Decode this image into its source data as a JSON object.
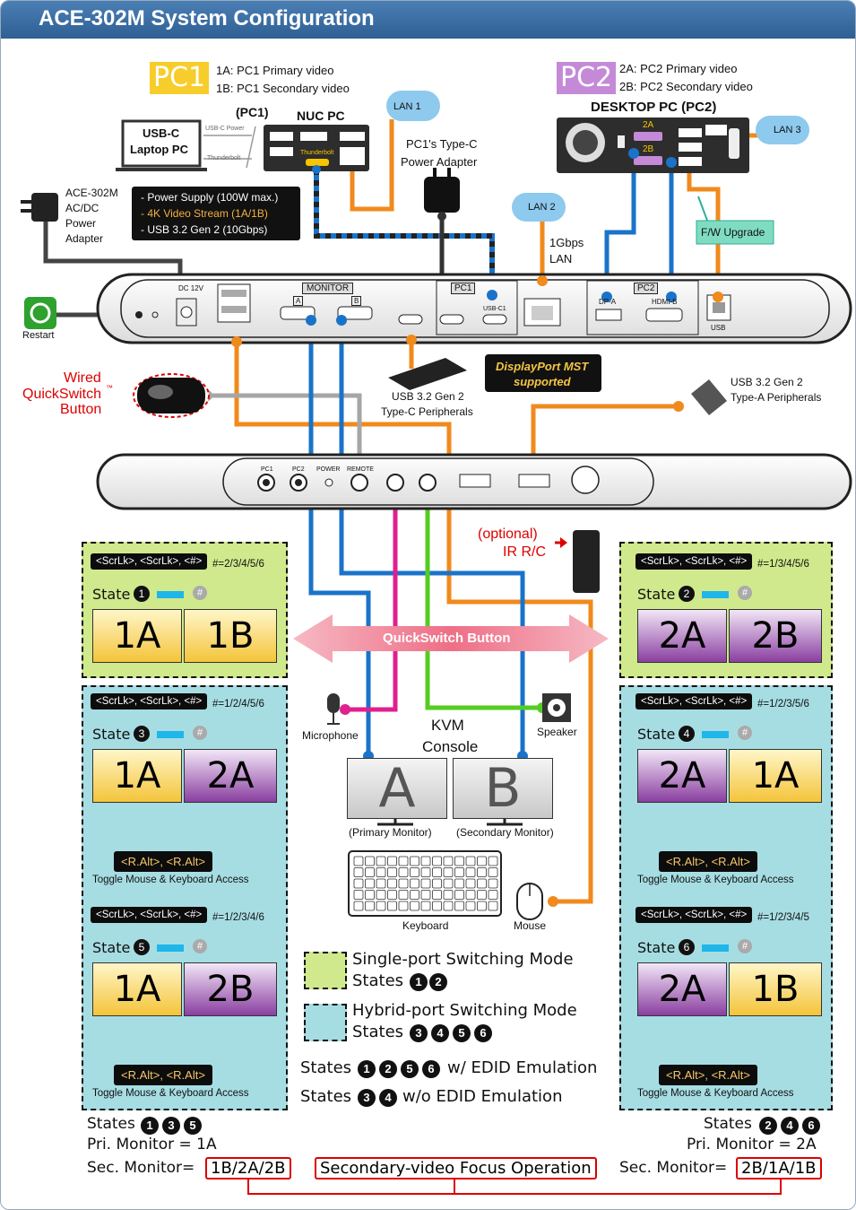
{
  "title": "ACE-302M System Configuration",
  "pc1": {
    "badge": "PC1",
    "line1": "1A: PC1 Primary video",
    "line2": "1B: PC1 Secondary video",
    "paren": "(PC1)",
    "nuc": "NUC PC",
    "laptop_line1": "USB-C",
    "laptop_line2": "Laptop PC",
    "usbc_power": "USB-C Power",
    "thunderbolt": "Thunderbolt",
    "thunderbolt_port": "Thunderbolt",
    "type_c_adapter_1": "PC1's Type-C",
    "type_c_adapter_2": "Power Adapter"
  },
  "pc2": {
    "badge": "PC2",
    "line1": "2A: PC2 Primary video",
    "line2": "2B: PC2 Secondary video",
    "desktop": "DESKTOP PC (PC2)",
    "port_2a": "2A",
    "port_2b": "2B"
  },
  "lan": {
    "lan1": "LAN 1",
    "lan2": "LAN 2",
    "lan3": "LAN 3",
    "gbps1": "1Gbps",
    "gbps2": "LAN"
  },
  "adapter": {
    "l1": "ACE-302M",
    "l2": "AC/DC",
    "l3": "Power",
    "l4": "Adapter"
  },
  "spec": {
    "s1": "- Power Supply (100W max.)",
    "s2": "- 4K Video Stream (1A/1B)",
    "s3": "- USB 3.2 Gen 2 (10Gbps)"
  },
  "fw": "F/W Upgrade",
  "restart": "Restart",
  "rear": {
    "dc": "DC 12V",
    "monitor": "MONITOR",
    "a": "A",
    "b": "B",
    "pc1": "PC1",
    "usbc1": "USB-C1",
    "pc2": "PC2",
    "dpa": "DP-A",
    "hdmib": "HDMI-B",
    "usb": "USB"
  },
  "dp_mst_1": "DisplayPort MST",
  "dp_mst_2": "supported",
  "typec_periph_1": "USB 3.2 Gen 2",
  "typec_periph_2": "Type-C Peripherals",
  "typea_periph_1": "USB 3.2 Gen 2",
  "typea_periph_2": "Type-A Peripherals",
  "wired": {
    "l1": "Wired",
    "l2": "QuickSwitch",
    "tm": "™",
    "l3": "Button"
  },
  "front": {
    "pc1": "PC1",
    "pc2": "PC2",
    "power": "POWER",
    "remote": "REMOTE"
  },
  "ir": {
    "l1": "(optional)",
    "l2": "IR R/C"
  },
  "quickswitch": "QuickSwitch Button",
  "console": {
    "kvm1": "KVM",
    "kvm2": "Console",
    "mic": "Microphone",
    "speaker": "Speaker",
    "mon_a": "A",
    "mon_b": "B",
    "primary": "(Primary Monitor)",
    "secondary": "(Secondary Monitor)",
    "keyboard": "Keyboard",
    "mouse": "Mouse"
  },
  "states": {
    "s1": {
      "hotkey": "<ScrLk>, <ScrLk>, <#>",
      "hash": "#=2/3/4/5/6",
      "label": "State",
      "num": "1",
      "left": "1A",
      "right": "1B"
    },
    "s2": {
      "hotkey": "<ScrLk>, <ScrLk>, <#>",
      "hash": "#=1/3/4/5/6",
      "label": "State",
      "num": "2",
      "left": "2A",
      "right": "2B"
    },
    "s3": {
      "hotkey": "<ScrLk>, <ScrLk>, <#>",
      "hash": "#=1/2/4/5/6",
      "label": "State",
      "num": "3",
      "left": "1A",
      "right": "2A",
      "ralt": "<R.Alt>, <R.Alt>",
      "toggle": "Toggle Mouse & Keyboard Access"
    },
    "s4": {
      "hotkey": "<ScrLk>, <ScrLk>, <#>",
      "hash": "#=1/2/3/5/6",
      "label": "State",
      "num": "4",
      "left": "2A",
      "right": "1A",
      "ralt": "<R.Alt>, <R.Alt>",
      "toggle": "Toggle Mouse & Keyboard Access"
    },
    "s5": {
      "hotkey": "<ScrLk>, <ScrLk>, <#>",
      "hash": "#=1/2/3/4/6",
      "label": "State",
      "num": "5",
      "left": "1A",
      "right": "2B",
      "ralt": "<R.Alt>, <R.Alt>",
      "toggle": "Toggle Mouse & Keyboard Access"
    },
    "s6": {
      "hotkey": "<ScrLk>, <ScrLk>, <#>",
      "hash": "#=1/2/3/4/5",
      "label": "State",
      "num": "6",
      "left": "2A",
      "right": "1B",
      "ralt": "<R.Alt>, <R.Alt>",
      "toggle": "Toggle Mouse & Keyboard Access"
    }
  },
  "legend": {
    "single": "Single-port Switching Mode",
    "single_states": "States",
    "hybrid": "Hybrid-port Switching Mode",
    "hybrid_states": "States",
    "edid1": "States",
    "edid1_tail": "w/ EDID Emulation",
    "edid2": "States",
    "edid2_tail": "w/o EDID Emulation"
  },
  "summary": {
    "left_states": "States",
    "left_pri": "Pri. Monitor = 1A",
    "left_sec": "Sec. Monitor=",
    "left_box": "1B/2A/2B",
    "right_states": "States",
    "right_pri": "Pri. Monitor = 2A",
    "right_sec": "Sec. Monitor=",
    "right_box": "2B/1A/1B",
    "center_box": "Secondary-video Focus Operation"
  },
  "nums": {
    "n1": "1",
    "n2": "2",
    "n3": "3",
    "n4": "4",
    "n5": "5",
    "n6": "6"
  },
  "colors": {
    "orange": "#f08a1c",
    "blue": "#1a73c9",
    "pink": "#e0208f",
    "green": "#55cc22",
    "gray": "#a6a6a6",
    "dark": "#3a3a3a",
    "title": "#3a6ea5"
  }
}
